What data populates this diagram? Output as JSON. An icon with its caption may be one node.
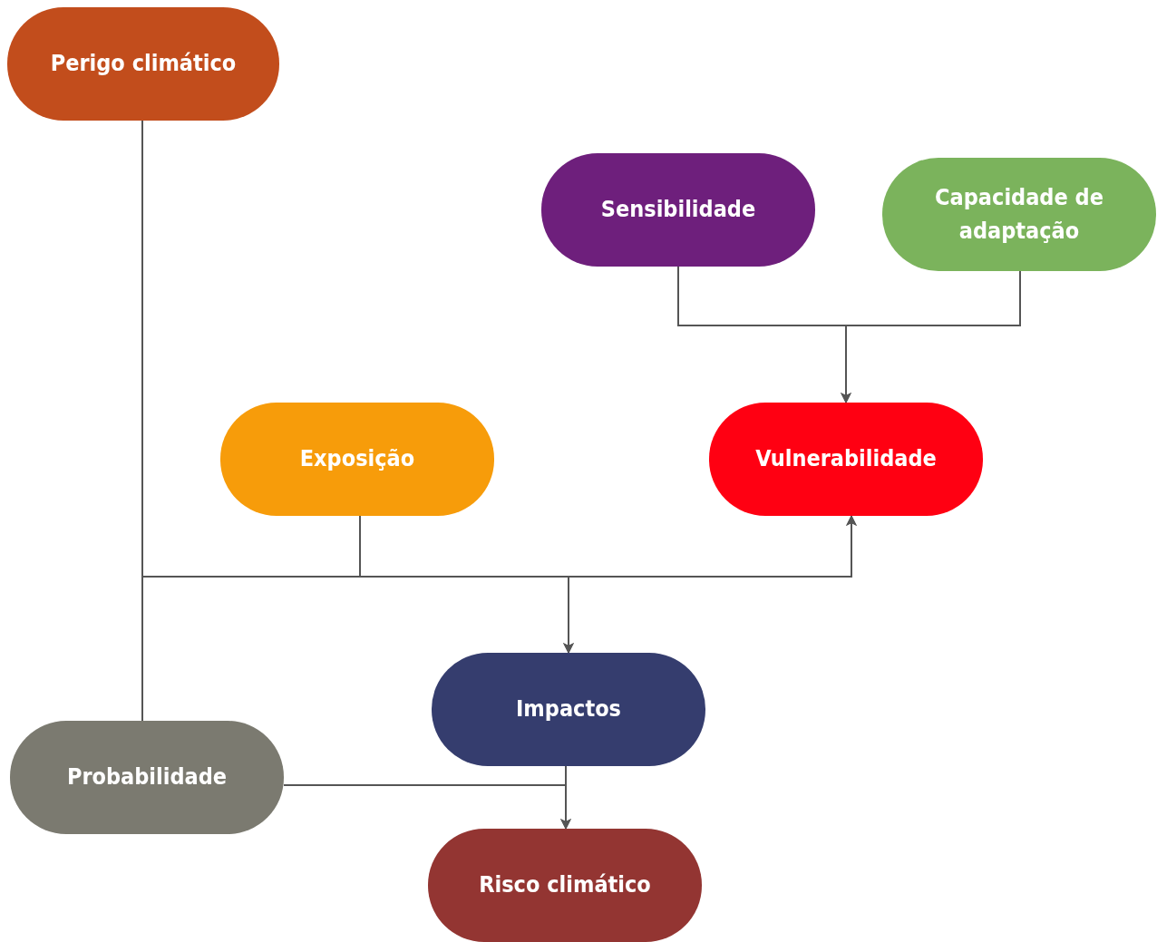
{
  "diagram": {
    "nodes": [
      {
        "text": [
          "Perigo climático"
        ]
      },
      {
        "text": [
          "Sensibilidade"
        ]
      },
      {
        "text": [
          "Capacidade de adaptação"
        ]
      },
      {
        "text": [
          "Exposição"
        ]
      },
      {
        "text": [
          "Vulnerabilidade"
        ]
      },
      {
        "text": [
          "Impactos"
        ]
      },
      {
        "text": [
          "Probabilidade"
        ]
      },
      {
        "text": [
          "Risco climático"
        ]
      }
    ],
    "edges": [
      {
        "from": 1,
        "to": 4,
        "arrow": "to"
      },
      {
        "from": 2,
        "to": 4,
        "arrow": "to"
      },
      {
        "from": 0,
        "to": 5,
        "arrow": "to"
      },
      {
        "from": 3,
        "to": 5,
        "arrow": "to"
      },
      {
        "from": 0,
        "to": 4,
        "arrow": "to"
      },
      {
        "from": 3,
        "to": 4,
        "arrow": "to"
      },
      {
        "from": 0,
        "to": 6,
        "arrow": "none"
      },
      {
        "from": 5,
        "to": 7,
        "arrow": "to"
      },
      {
        "from": 6,
        "to": 7,
        "arrow": "to"
      }
    ]
  }
}
